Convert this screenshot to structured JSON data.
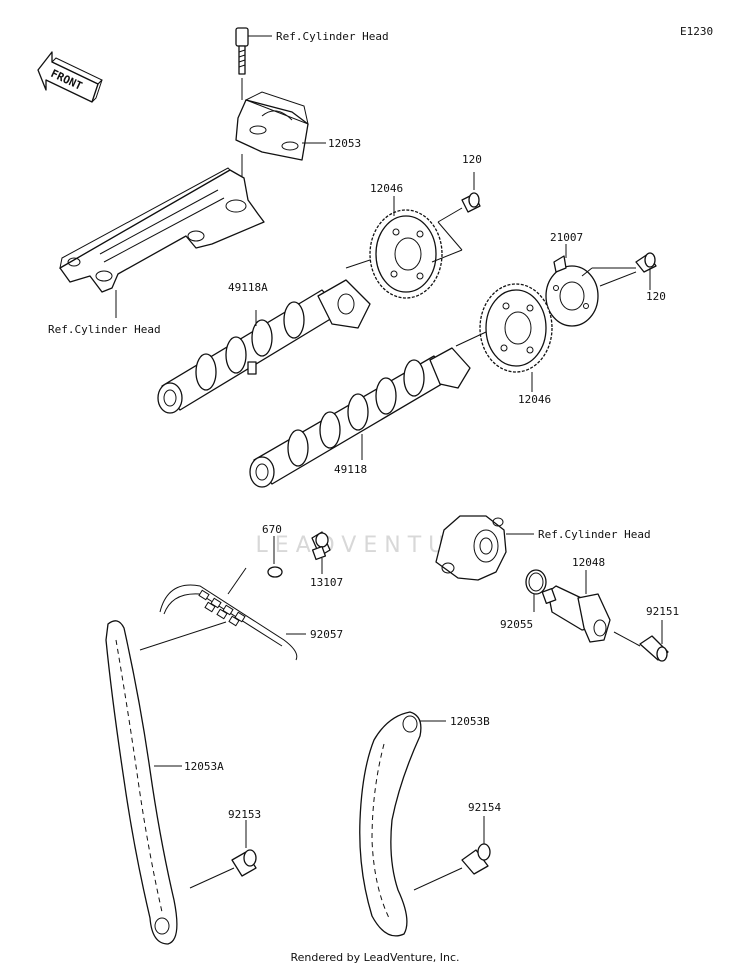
{
  "diagram_code": "E1230",
  "front_label": "FRONT",
  "watermark": "LEADVENTURE",
  "footer": "Rendered by LeadVenture, Inc.",
  "labels": {
    "ref_cyl_head_top": "Ref.Cylinder Head",
    "ref_cyl_head_left": "Ref.Cylinder Head",
    "ref_cyl_head_right": "Ref.Cylinder Head",
    "p12053": "12053",
    "p120_top": "120",
    "p12046_top": "12046",
    "p21007": "21007",
    "p120_right": "120",
    "p49118A": "49118A",
    "p12046_bottom": "12046",
    "p49118": "49118",
    "p670": "670",
    "p13107": "13107",
    "p92057": "92057",
    "p12048": "12048",
    "p92055": "92055",
    "p92151": "92151",
    "p12053A": "12053A",
    "p92153": "92153",
    "p12053B": "12053B",
    "p92154": "92154"
  }
}
